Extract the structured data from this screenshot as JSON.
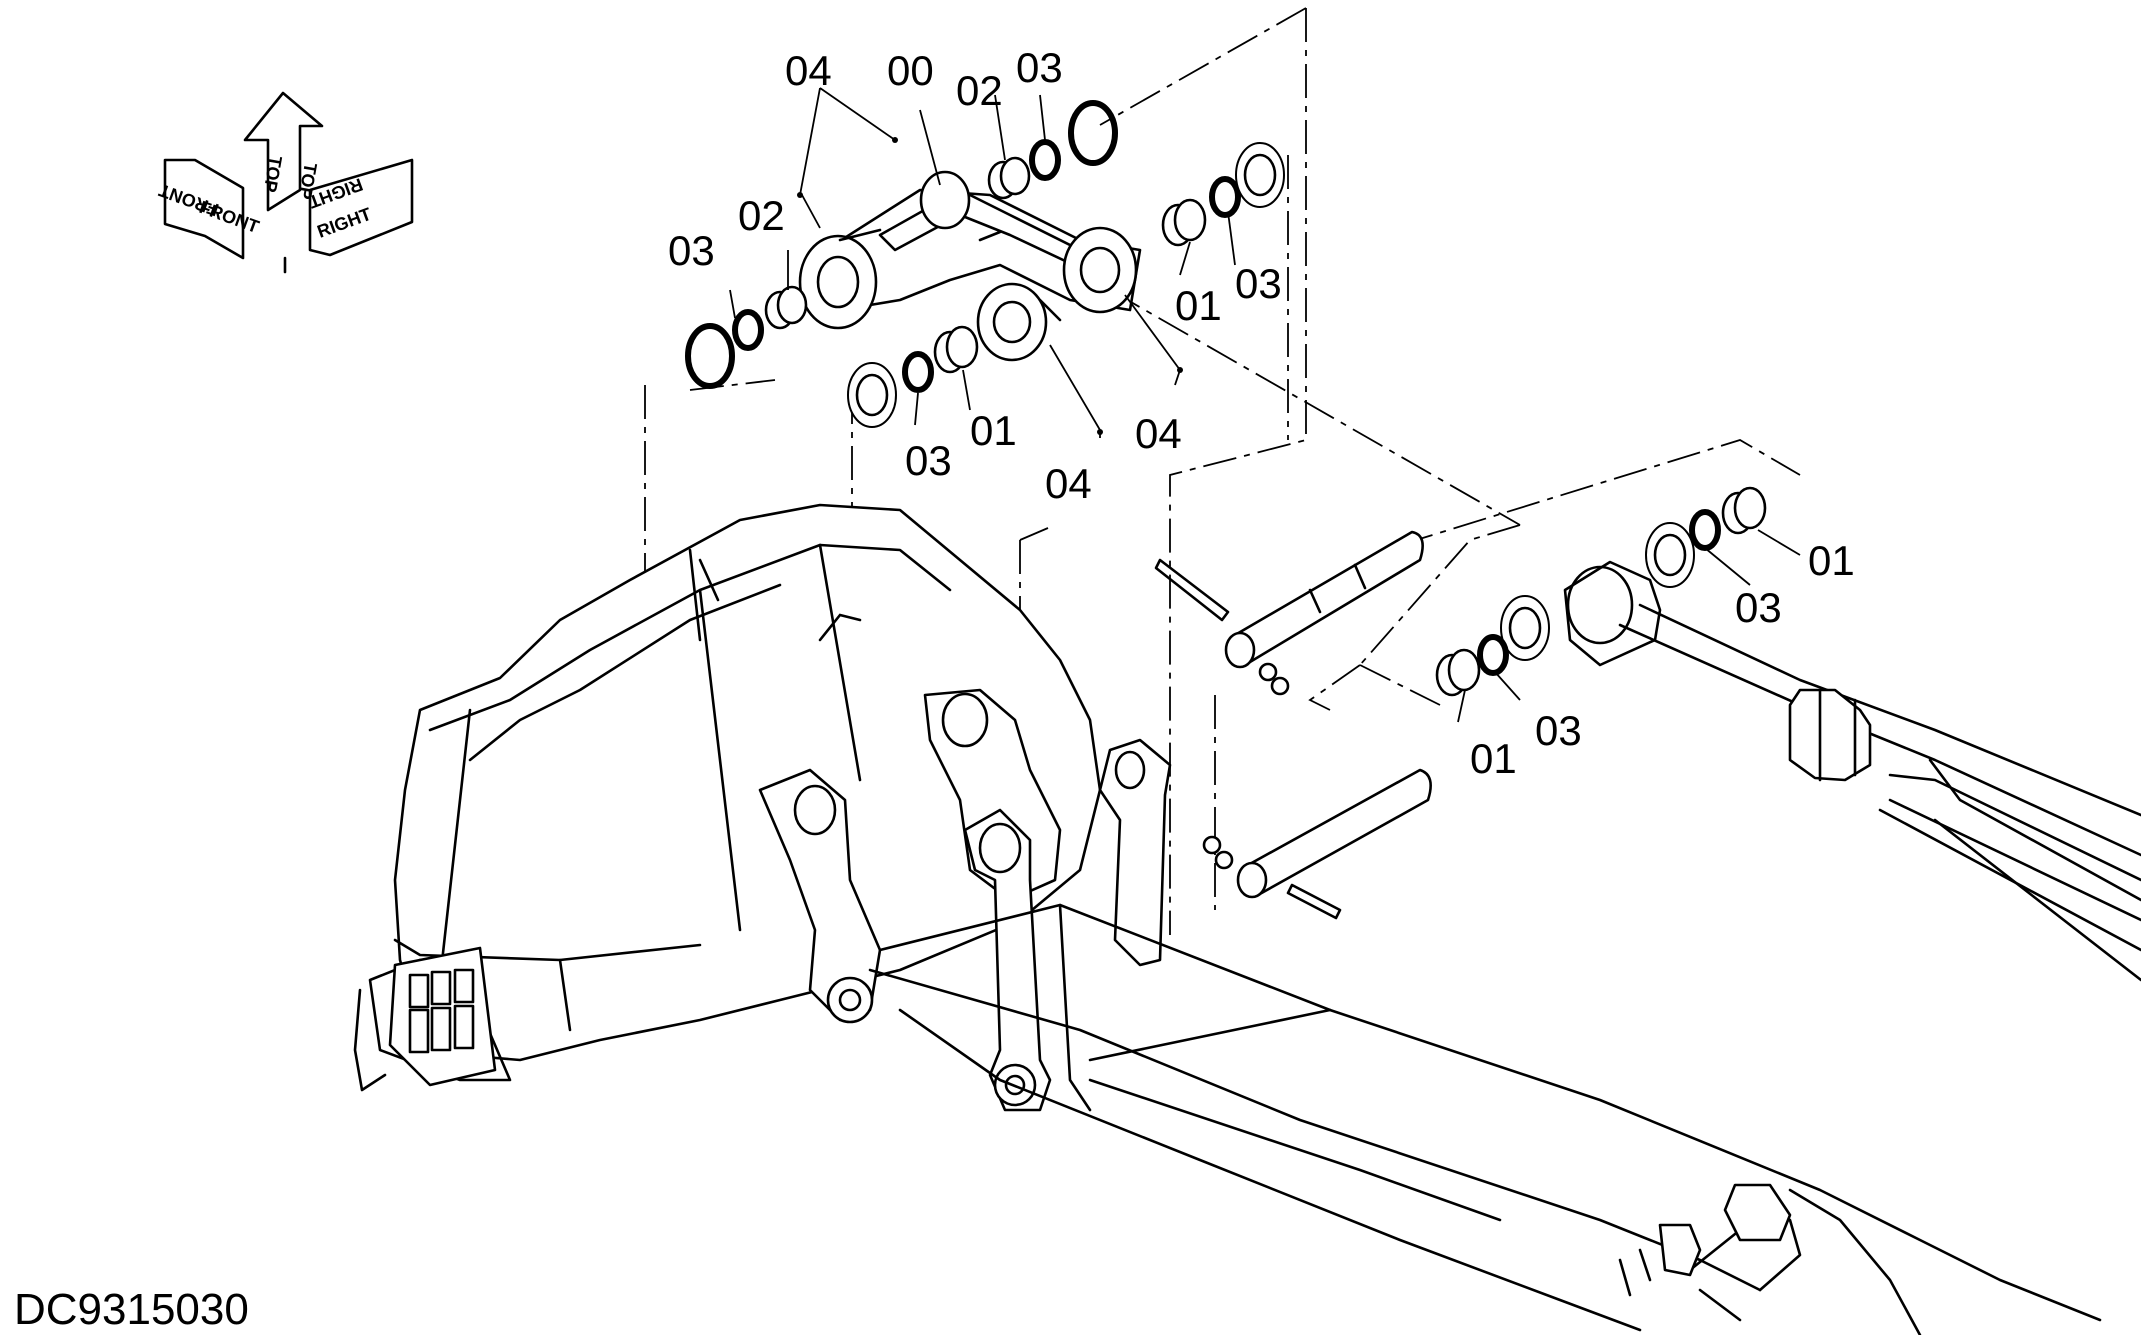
{
  "document_id": "DC9315030",
  "orientation": {
    "front": "FRONT",
    "top": "TOP",
    "right": "RIGHT"
  },
  "callouts": [
    {
      "key": "c1",
      "label": "04"
    },
    {
      "key": "c2",
      "label": "00"
    },
    {
      "key": "c3",
      "label": "02"
    },
    {
      "key": "c4",
      "label": "03"
    },
    {
      "key": "c5",
      "label": "02"
    },
    {
      "key": "c6",
      "label": "03"
    },
    {
      "key": "c7",
      "label": "01"
    },
    {
      "key": "c8",
      "label": "03"
    },
    {
      "key": "c9",
      "label": "03"
    },
    {
      "key": "c10",
      "label": "01"
    },
    {
      "key": "c11",
      "label": "04"
    },
    {
      "key": "c12",
      "label": "04"
    },
    {
      "key": "c13",
      "label": "01"
    },
    {
      "key": "c14",
      "label": "03"
    },
    {
      "key": "c15",
      "label": "03"
    },
    {
      "key": "c16",
      "label": "01"
    }
  ]
}
